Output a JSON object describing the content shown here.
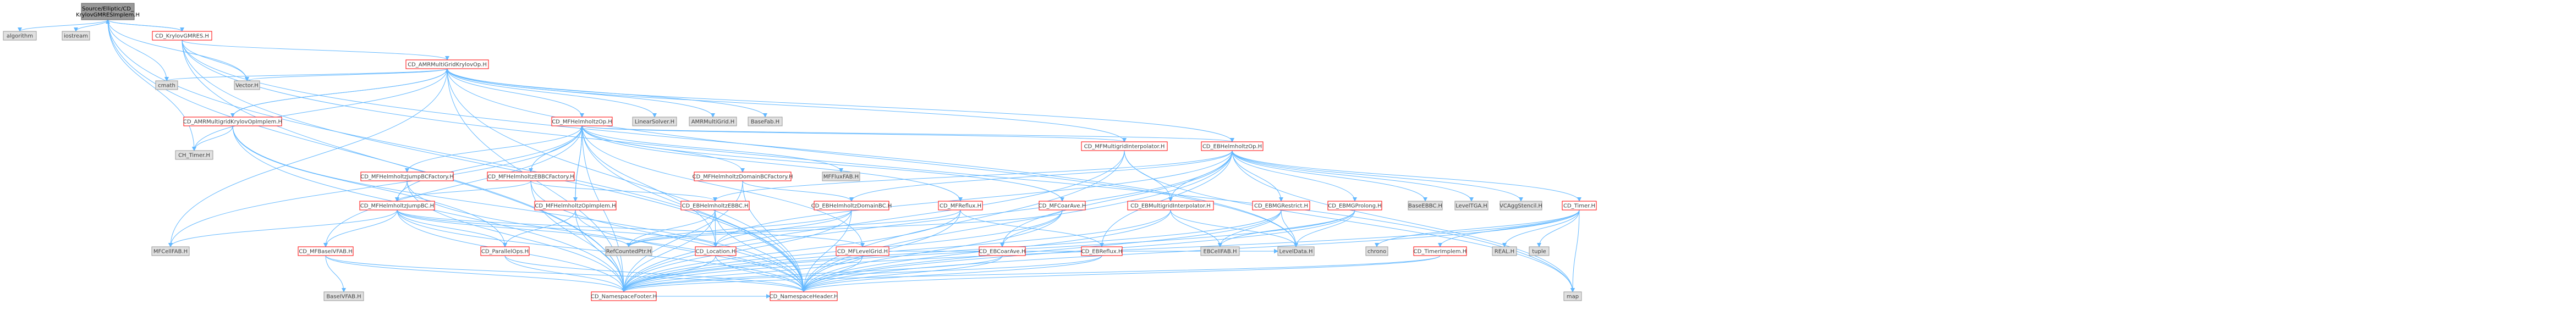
{
  "colors": {
    "root_fill": "#999999",
    "documented_fill": "#ffffff",
    "documented_stroke": "#ff0000",
    "external_fill": "#e0e0e0",
    "external_stroke": "#999999",
    "edge": "#63b8ff",
    "text_link": "#a40000",
    "text_plain": "#404040",
    "text_root": "#000000"
  },
  "nodes": [
    {
      "id": "root",
      "label": [
        "Source/Elliptic/CD_",
        "KrylovGMRESImplem.H"
      ],
      "kind": "root"
    },
    {
      "id": "algorithm",
      "label": [
        "algorithm"
      ],
      "kind": "external"
    },
    {
      "id": "iostream",
      "label": [
        "iostream"
      ],
      "kind": "external"
    },
    {
      "id": "gmres",
      "label": [
        "CD_KrylovGMRES.H"
      ],
      "kind": "documented"
    },
    {
      "id": "cmath",
      "label": [
        "cmath"
      ],
      "kind": "external"
    },
    {
      "id": "chtimer",
      "label": [
        "CH_Timer.H"
      ],
      "kind": "external"
    },
    {
      "id": "nsfooter",
      "label": [
        "CD_NamespaceFooter.H"
      ],
      "kind": "documented"
    },
    {
      "id": "nsheader",
      "label": [
        "CD_NamespaceHeader.H"
      ],
      "kind": "documented"
    },
    {
      "id": "vector",
      "label": [
        "Vector.H"
      ],
      "kind": "external"
    },
    {
      "id": "amr",
      "label": [
        "CD_AMRMultiGridKrylovOp.H"
      ],
      "kind": "documented"
    },
    {
      "id": "amrimpl",
      "label": [
        "CD_AMRMultigridKrylovOpImplem.H"
      ],
      "kind": "documented"
    },
    {
      "id": "mfhelm",
      "label": [
        "CD_MFHelmholtzOp.H"
      ],
      "kind": "documented"
    },
    {
      "id": "linsolver",
      "label": [
        "LinearSolver.H"
      ],
      "kind": "external"
    },
    {
      "id": "amrmg",
      "label": [
        "AMRMultiGrid.H"
      ],
      "kind": "external"
    },
    {
      "id": "basefab",
      "label": [
        "BaseFab.H"
      ],
      "kind": "external"
    },
    {
      "id": "mfmginterp",
      "label": [
        "CD_MFMultigridInterpolator.H"
      ],
      "kind": "documented"
    },
    {
      "id": "ebhelm",
      "label": [
        "CD_EBHelmholtzOp.H"
      ],
      "kind": "documented"
    },
    {
      "id": "jumpfactory",
      "label": [
        "CD_MFHelmholtzJumpBCFactory.H"
      ],
      "kind": "documented"
    },
    {
      "id": "ebbcfactory",
      "label": [
        "CD_MFHelmholtzEBBCFactory.H"
      ],
      "kind": "documented"
    },
    {
      "id": "domainfactory",
      "label": [
        "CD_MFHelmholtzDomainBCFactory.H"
      ],
      "kind": "documented"
    },
    {
      "id": "mffluxfab",
      "label": [
        "MFFluxFAB.H"
      ],
      "kind": "external"
    },
    {
      "id": "jumpbc",
      "label": [
        "CD_MFHelmholtzJumpBC.H"
      ],
      "kind": "documented"
    },
    {
      "id": "mfopimpl",
      "label": [
        "CD_MFHelmholtzOpImplem.H"
      ],
      "kind": "documented"
    },
    {
      "id": "ebbc",
      "label": [
        "CD_EBHelmholtzEBBC.H"
      ],
      "kind": "documented"
    },
    {
      "id": "domainbc",
      "label": [
        "CD_EBHelmholtzDomainBC.H"
      ],
      "kind": "documented"
    },
    {
      "id": "mfreflux",
      "label": [
        "CD_MFReflux.H"
      ],
      "kind": "documented"
    },
    {
      "id": "mfcoarave",
      "label": [
        "CD_MFCoarAve.H"
      ],
      "kind": "documented"
    },
    {
      "id": "ebmginterp",
      "label": [
        "CD_EBMultigridInterpolator.H"
      ],
      "kind": "documented"
    },
    {
      "id": "ebmgrestrict",
      "label": [
        "CD_EBMGRestrict.H"
      ],
      "kind": "documented"
    },
    {
      "id": "ebmgprolong",
      "label": [
        "CD_EBMGProlong.H"
      ],
      "kind": "documented"
    },
    {
      "id": "baseebbc",
      "label": [
        "BaseEBBC.H"
      ],
      "kind": "external"
    },
    {
      "id": "leveltga",
      "label": [
        "LevelTGA.H"
      ],
      "kind": "external"
    },
    {
      "id": "vcaggstencil",
      "label": [
        "VCAggStencil.H"
      ],
      "kind": "external"
    },
    {
      "id": "timer",
      "label": [
        "CD_Timer.H"
      ],
      "kind": "documented"
    },
    {
      "id": "mfcellfab",
      "label": [
        "MFCellFAB.H"
      ],
      "kind": "external"
    },
    {
      "id": "mfbaseivfab",
      "label": [
        "CD_MFBaseIVFAB.H"
      ],
      "kind": "documented"
    },
    {
      "id": "parallelops",
      "label": [
        "CD_ParallelOps.H"
      ],
      "kind": "documented"
    },
    {
      "id": "refcounted",
      "label": [
        "RefCountedPtr.H"
      ],
      "kind": "external"
    },
    {
      "id": "location",
      "label": [
        "CD_Location.H"
      ],
      "kind": "documented"
    },
    {
      "id": "mflevelgrid",
      "label": [
        "CD_MFLevelGrid.H"
      ],
      "kind": "documented"
    },
    {
      "id": "ebcoarave",
      "label": [
        "CD_EBCoarAve.H"
      ],
      "kind": "documented"
    },
    {
      "id": "ebreflux",
      "label": [
        "CD_EBReflux.H"
      ],
      "kind": "documented"
    },
    {
      "id": "ebcellfab",
      "label": [
        "EBCellFAB.H"
      ],
      "kind": "external"
    },
    {
      "id": "leveldata",
      "label": [
        "LevelData.H"
      ],
      "kind": "external"
    },
    {
      "id": "chrono",
      "label": [
        "chrono"
      ],
      "kind": "external"
    },
    {
      "id": "timerimpl",
      "label": [
        "CD_TimerImplem.H"
      ],
      "kind": "documented"
    },
    {
      "id": "real",
      "label": [
        "REAL.H"
      ],
      "kind": "external"
    },
    {
      "id": "tuple",
      "label": [
        "tuple"
      ],
      "kind": "external"
    },
    {
      "id": "map",
      "label": [
        "map"
      ],
      "kind": "external"
    },
    {
      "id": "baseivfab",
      "label": [
        "BaseIVFAB.H"
      ],
      "kind": "external"
    }
  ],
  "edges": [
    [
      "root",
      "algorithm"
    ],
    [
      "root",
      "iostream"
    ],
    [
      "root",
      "gmres"
    ],
    [
      "root",
      "cmath"
    ],
    [
      "root",
      "chtimer"
    ],
    [
      "root",
      "nsfooter"
    ],
    [
      "root",
      "nsheader"
    ],
    [
      "root",
      "vector"
    ],
    [
      "gmres",
      "vector"
    ],
    [
      "gmres",
      "amr"
    ],
    [
      "gmres",
      "nsheader"
    ],
    [
      "gmres",
      "nsfooter"
    ],
    [
      "gmres",
      "root"
    ],
    [
      "gmres",
      "leveldata"
    ],
    [
      "gmres",
      "map"
    ],
    [
      "amr",
      "amrimpl"
    ],
    [
      "amr",
      "mfhelm"
    ],
    [
      "amr",
      "linsolver"
    ],
    [
      "amr",
      "amrmg"
    ],
    [
      "amr",
      "basefab"
    ],
    [
      "amr",
      "mfmginterp"
    ],
    [
      "amr",
      "ebhelm"
    ],
    [
      "amr",
      "vector"
    ],
    [
      "amr",
      "nsheader"
    ],
    [
      "amr",
      "nsfooter"
    ],
    [
      "amr",
      "mfcellfab"
    ],
    [
      "amr",
      "cmath"
    ],
    [
      "amr",
      "chtimer"
    ],
    [
      "amr",
      "leveldata"
    ],
    [
      "amrimpl",
      "chtimer"
    ],
    [
      "amrimpl",
      "nsheader"
    ],
    [
      "amrimpl",
      "nsfooter"
    ],
    [
      "amrimpl",
      "parallelops"
    ],
    [
      "amrimpl",
      "amr"
    ],
    [
      "mfhelm",
      "jumpfactory"
    ],
    [
      "mfhelm",
      "ebbcfactory"
    ],
    [
      "mfhelm",
      "domainfactory"
    ],
    [
      "mfhelm",
      "mffluxfab"
    ],
    [
      "mfhelm",
      "mfopimpl"
    ],
    [
      "mfhelm",
      "mfmginterp"
    ],
    [
      "mfhelm",
      "mfreflux"
    ],
    [
      "mfhelm",
      "mfcoarave"
    ],
    [
      "mfhelm",
      "ebhelm"
    ],
    [
      "mfhelm",
      "mfcellfab"
    ],
    [
      "mfhelm",
      "mfbaseivfab"
    ],
    [
      "mfhelm",
      "location"
    ],
    [
      "mfhelm",
      "mflevelgrid"
    ],
    [
      "mfhelm",
      "nsheader"
    ],
    [
      "mfhelm",
      "nsfooter"
    ],
    [
      "mfhelm",
      "jumpbc"
    ],
    [
      "jumpfactory",
      "jumpbc"
    ],
    [
      "jumpfactory",
      "nsheader"
    ],
    [
      "jumpfactory",
      "nsfooter"
    ],
    [
      "ebbcfactory",
      "ebbc"
    ],
    [
      "ebbcfactory",
      "jumpbc"
    ],
    [
      "ebbcfactory",
      "nsheader"
    ],
    [
      "ebbcfactory",
      "nsfooter"
    ],
    [
      "domainfactory",
      "domainbc"
    ],
    [
      "domainfactory",
      "nsheader"
    ],
    [
      "domainfactory",
      "nsfooter"
    ],
    [
      "mfmginterp",
      "ebmginterp"
    ],
    [
      "mfmginterp",
      "nsheader"
    ],
    [
      "mfmginterp",
      "nsfooter"
    ],
    [
      "mfmginterp",
      "map"
    ],
    [
      "jumpbc",
      "mfcellfab"
    ],
    [
      "jumpbc",
      "mfbaseivfab"
    ],
    [
      "jumpbc",
      "parallelops"
    ],
    [
      "jumpbc",
      "location"
    ],
    [
      "jumpbc",
      "mflevelgrid"
    ],
    [
      "jumpbc",
      "refcounted"
    ],
    [
      "jumpbc",
      "nsheader"
    ],
    [
      "jumpbc",
      "nsfooter"
    ],
    [
      "mfopimpl",
      "mfhelm"
    ],
    [
      "mfopimpl",
      "parallelops"
    ],
    [
      "mfopimpl",
      "nsheader"
    ],
    [
      "mfopimpl",
      "nsfooter"
    ],
    [
      "ebhelm",
      "ebbc"
    ],
    [
      "ebhelm",
      "domainbc"
    ],
    [
      "ebhelm",
      "ebmginterp"
    ],
    [
      "ebhelm",
      "ebmgrestrict"
    ],
    [
      "ebhelm",
      "ebmgprolong"
    ],
    [
      "ebhelm",
      "baseebbc"
    ],
    [
      "ebhelm",
      "leveltga"
    ],
    [
      "ebhelm",
      "vcaggstencil"
    ],
    [
      "ebhelm",
      "timer"
    ],
    [
      "ebhelm",
      "location"
    ],
    [
      "ebhelm",
      "ebcoarave"
    ],
    [
      "ebhelm",
      "ebreflux"
    ],
    [
      "ebhelm",
      "nsheader"
    ],
    [
      "ebhelm",
      "nsfooter"
    ],
    [
      "ebhelm",
      "map"
    ],
    [
      "ebbc",
      "location"
    ],
    [
      "ebbc",
      "refcounted"
    ],
    [
      "ebbc",
      "nsheader"
    ],
    [
      "ebbc",
      "nsfooter"
    ],
    [
      "domainbc",
      "location"
    ],
    [
      "domainbc",
      "refcounted"
    ],
    [
      "domainbc",
      "nsheader"
    ],
    [
      "domainbc",
      "nsfooter"
    ],
    [
      "mfreflux",
      "ebreflux"
    ],
    [
      "mfreflux",
      "refcounted"
    ],
    [
      "mfreflux",
      "nsheader"
    ],
    [
      "mfreflux",
      "nsfooter"
    ],
    [
      "mfcoarave",
      "ebcoarave"
    ],
    [
      "mfcoarave",
      "refcounted"
    ],
    [
      "mfcoarave",
      "nsheader"
    ],
    [
      "mfcoarave",
      "nsfooter"
    ],
    [
      "ebmginterp",
      "ebcellfab"
    ],
    [
      "ebmginterp",
      "leveldata"
    ],
    [
      "ebmginterp",
      "nsheader"
    ],
    [
      "ebmginterp",
      "nsfooter"
    ],
    [
      "ebmgrestrict",
      "ebcellfab"
    ],
    [
      "ebmgrestrict",
      "leveldata"
    ],
    [
      "ebmgrestrict",
      "nsheader"
    ],
    [
      "ebmgrestrict",
      "nsfooter"
    ],
    [
      "ebmgprolong",
      "ebcellfab"
    ],
    [
      "ebmgprolong",
      "leveldata"
    ],
    [
      "ebmgprolong",
      "nsheader"
    ],
    [
      "ebmgprolong",
      "nsfooter"
    ],
    [
      "timer",
      "chrono"
    ],
    [
      "timer",
      "timerimpl"
    ],
    [
      "timer",
      "real"
    ],
    [
      "timer",
      "tuple"
    ],
    [
      "timer",
      "map"
    ],
    [
      "timer",
      "nsheader"
    ],
    [
      "timer",
      "nsfooter"
    ],
    [
      "timerimpl",
      "nsheader"
    ],
    [
      "timerimpl",
      "nsfooter"
    ],
    [
      "mfbaseivfab",
      "baseivfab"
    ],
    [
      "mfbaseivfab",
      "nsheader"
    ],
    [
      "mfbaseivfab",
      "nsfooter"
    ],
    [
      "parallelops",
      "nsheader"
    ],
    [
      "parallelops",
      "nsfooter"
    ],
    [
      "location",
      "nsheader"
    ],
    [
      "location",
      "nsfooter"
    ],
    [
      "mflevelgrid",
      "leveldata"
    ],
    [
      "mflevelgrid",
      "nsheader"
    ],
    [
      "mflevelgrid",
      "nsfooter"
    ],
    [
      "ebcoarave",
      "leveldata"
    ],
    [
      "ebcoarave",
      "nsheader"
    ],
    [
      "ebcoarave",
      "nsfooter"
    ],
    [
      "ebreflux",
      "leveldata"
    ],
    [
      "ebreflux",
      "nsheader"
    ],
    [
      "ebreflux",
      "nsfooter"
    ],
    [
      "nsfooter",
      "nsheader"
    ]
  ]
}
